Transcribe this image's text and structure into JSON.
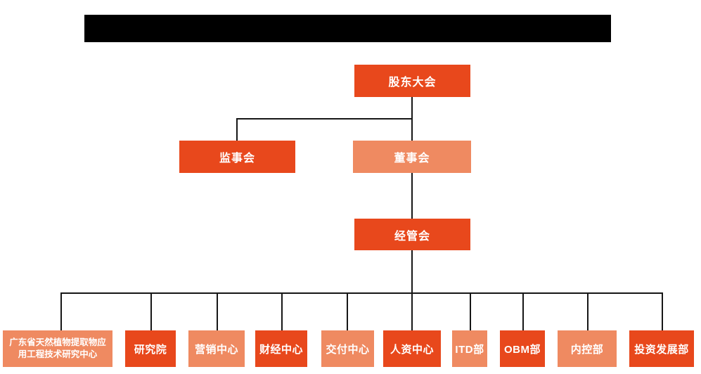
{
  "header": {
    "redacted_title": ""
  },
  "org_chart": {
    "top": {
      "label": "股东大会"
    },
    "level2": [
      {
        "label": "监事会",
        "variant": "solid"
      },
      {
        "label": "董事会",
        "variant": "light"
      }
    ],
    "level3": {
      "label": "经管会",
      "variant": "solid"
    },
    "bottom": [
      {
        "label": "广东省天然植物提取物应用工程技术研究中心",
        "variant": "light"
      },
      {
        "label": "研究院",
        "variant": "solid"
      },
      {
        "label": "营销中心",
        "variant": "light"
      },
      {
        "label": "财经中心",
        "variant": "solid"
      },
      {
        "label": "交付中心",
        "variant": "light"
      },
      {
        "label": "人资中心",
        "variant": "solid"
      },
      {
        "label": "ITD部",
        "variant": "light"
      },
      {
        "label": "OBM部",
        "variant": "solid"
      },
      {
        "label": "内控部",
        "variant": "light"
      },
      {
        "label": "投资发展部",
        "variant": "solid"
      }
    ]
  },
  "colors": {
    "node_solid": "#e8481c",
    "node_light": "#ef8a61",
    "connector": "#161616",
    "redaction": "#000000",
    "node_text": "#ffffff",
    "background": "#ffffff"
  }
}
